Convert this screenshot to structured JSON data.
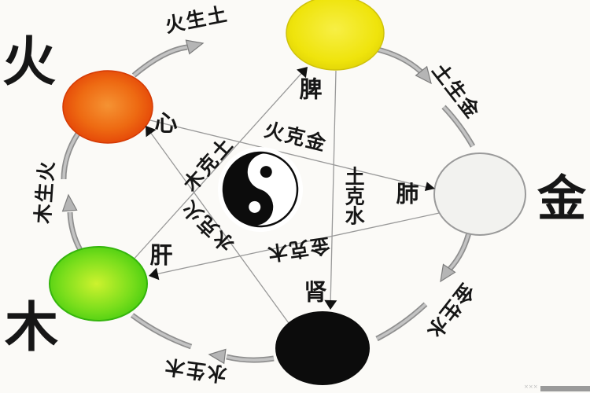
{
  "diagram": {
    "type": "five-elements-wuxing-cycle",
    "center_symbol": "yin-yang-taijitu"
  },
  "corner_labels": {
    "fire": "火",
    "metal": "金",
    "wood": "木"
  },
  "organs": {
    "heart": "心",
    "spleen": "脾",
    "lung": "肺",
    "liver": "肝",
    "kidney": "肾"
  },
  "generating": {
    "fire_earth": "火生土",
    "earth_metal": "土生金",
    "metal_water": "金生水",
    "water_wood": "水生木",
    "wood_fire": "木生火"
  },
  "overcoming": {
    "fire_metal": "火克金",
    "wood_earth": "木克土",
    "earth_water": "土克水",
    "water_fire": "水克火",
    "metal_wood": "金克木"
  },
  "colors": {
    "fire_circle": "#e8430c",
    "earth_circle": "#ece003",
    "metal_circle": "#f2f2ef",
    "water_circle": "#0c0c0c",
    "wood_circle": "#4fd012",
    "arc_arrow": "#b0b0b0",
    "thin_line": "#999999",
    "text": "#161616"
  },
  "watermark": "×××"
}
